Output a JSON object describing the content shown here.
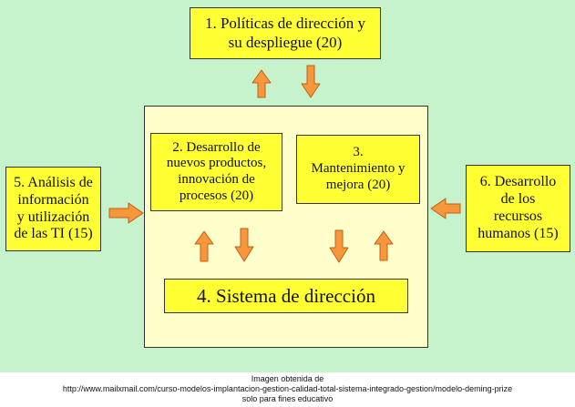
{
  "diagram": {
    "boxes": {
      "politicas": "1. Políticas de dirección y\nsu despliegue (20)",
      "desarrollo": "2. Desarrollo de\nnuevos productos,\ninnovación de\nprocesos  (20)",
      "mantenimiento": "3.\nMantenimiento y\nmejora (20)",
      "sistema": "4. Sistema de dirección",
      "analisis": "5. Análisis de\ninformación\ny utilización\nde las TI (15)",
      "recursos": "6. Desarrollo\nde los\nrecursos\nhumanos (15)"
    },
    "colors": {
      "background": "#c6f2cc",
      "box_fill": "#ffff33",
      "panel_fill": "#ffffcc",
      "arrow_fill": "#f7973b",
      "arrow_stroke": "#c0601a"
    }
  },
  "caption": {
    "line1": "Imagen obtenida de",
    "line2": "http://www.mailxmail.com/curso-modelos-implantacion-gestion-calidad-total-sistema-integrado-gestion/modelo-deming-prize",
    "line3": "solo para fines educativo"
  }
}
